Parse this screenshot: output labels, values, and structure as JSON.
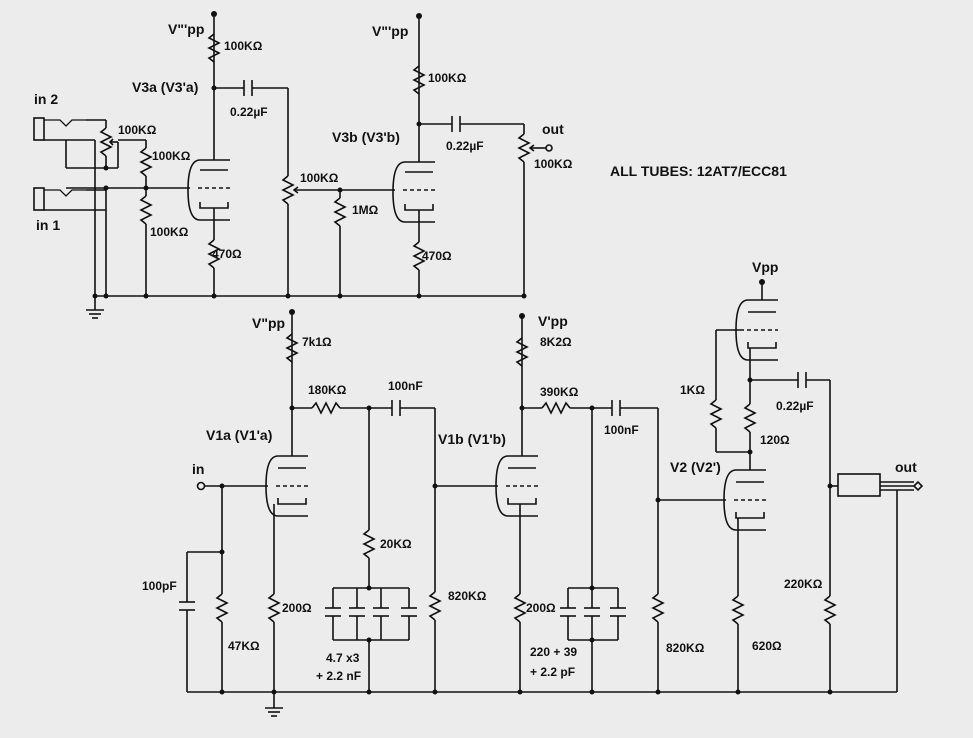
{
  "labels": {
    "vpp_top1": "V\"'pp",
    "vpp_top2": "V\"'pp",
    "r_top1": "100KΩ",
    "r_top2": "100KΩ",
    "v3a": "V3a (V3'a)",
    "v3b": "V3b (V3'b)",
    "c_top1": "0.22µF",
    "c_top2": "0.22µF",
    "in2": "in 2",
    "in1": "in 1",
    "pot_in2": "100KΩ",
    "r_grid_a": "100KΩ",
    "r_grid_b": "100KΩ",
    "pot_mid": "100KΩ",
    "r_1m": "1MΩ",
    "rk_v3a": "470Ω",
    "rk_v3b": "470Ω",
    "out_top": "out",
    "pot_out": "100KΩ",
    "all_tubes": "ALL TUBES: 12AT7/ECC81",
    "vpp_v1a": "V\"pp",
    "r_7k1": "7k1Ω",
    "r_180k": "180KΩ",
    "c_100n_a": "100nF",
    "v1a": "V1a (V1'a)",
    "in_bottom": "in",
    "r_20k": "20KΩ",
    "c_100p": "100pF",
    "r_47k": "47KΩ",
    "rk_v1a": "200Ω",
    "cap_bank_a_line1": "4.7 x3",
    "cap_bank_a_line2": "+ 2.2 nF",
    "r_820k_a": "820KΩ",
    "vpp_v1b": "V'pp",
    "r_8k2": "8K2Ω",
    "r_390k": "390KΩ",
    "c_100n_b": "100nF",
    "v1b": "V1b (V1'b)",
    "rk_v1b": "200Ω",
    "cap_bank_b_line1": "220 + 39",
    "cap_bank_b_line2": "+ 2.2 pF",
    "r_820k_b": "820KΩ",
    "vpp_v2": "Vpp",
    "r_1k": "1KΩ",
    "c_022_bottom": "0.22µF",
    "r_120": "120Ω",
    "v2": "V2 (V2')",
    "out_bottom": "out",
    "r_220k": "220KΩ",
    "r_620": "620Ω"
  }
}
